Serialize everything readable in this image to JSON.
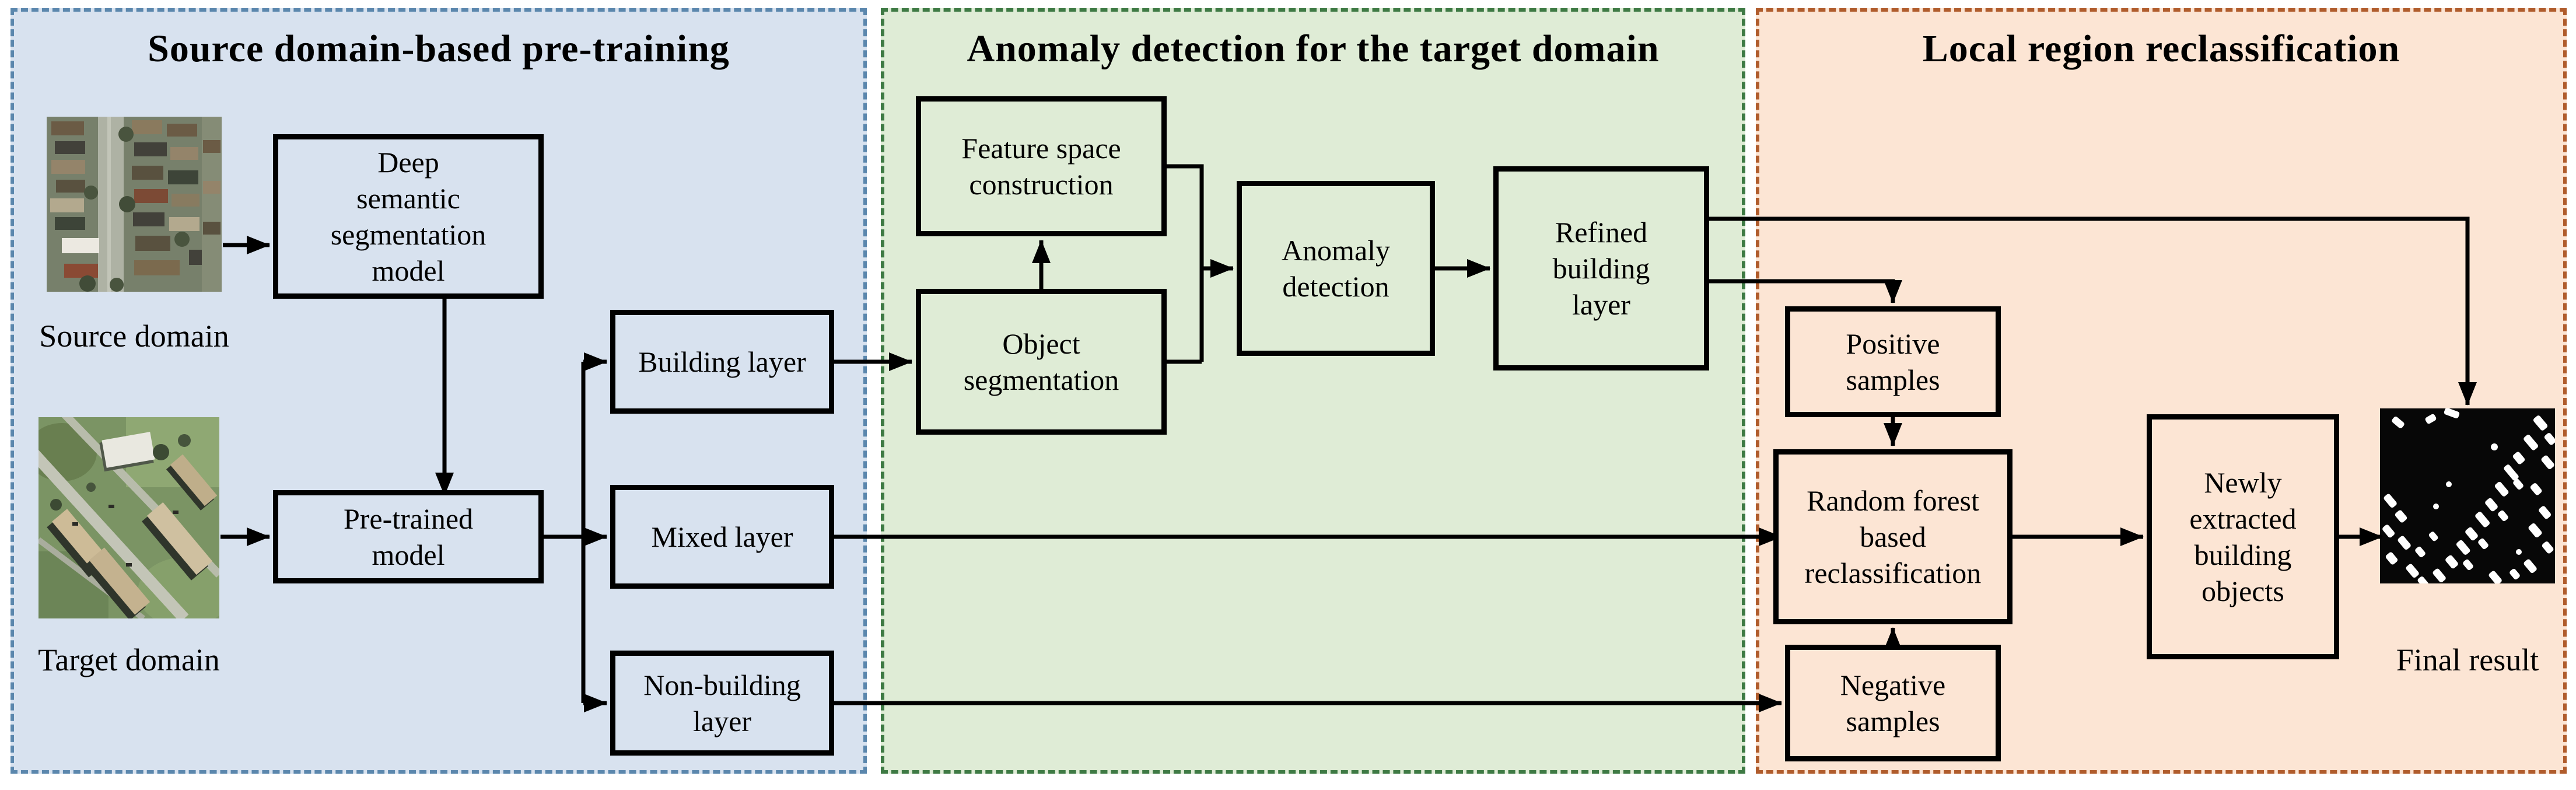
{
  "panels": [
    {
      "id": "pretraining",
      "title": "Source domain-based pre-training",
      "bg": "#d8e2ef",
      "border": "#5b87ad"
    },
    {
      "id": "anomaly",
      "title": "Anomaly detection for the target domain",
      "bg": "#dfecd6",
      "border": "#3e7a44"
    },
    {
      "id": "reclassification",
      "title": "Local region reclassification",
      "bg": "#fce5d4",
      "border": "#b05c2c"
    }
  ],
  "boxes": {
    "deep_model": "Deep\nsemantic\nsegmentation\nmodel",
    "pretrained": "Pre-trained\nmodel",
    "building_layer": "Building layer",
    "mixed_layer": "Mixed layer",
    "nonbuilding_layer": "Non-building\nlayer",
    "feature_space": "Feature space\nconstruction",
    "object_segmentation": "Object\nsegmentation",
    "anomaly_detection": "Anomaly\ndetection",
    "refined_layer": "Refined\nbuilding\nlayer",
    "positive_samples": "Positive\nsamples",
    "negative_samples": "Negative\nsamples",
    "random_forest": "Random forest\nbased\nreclassification",
    "newly_extracted": "Newly\nextracted\nbuilding\nobjects"
  },
  "captions": {
    "source_domain": "Source domain",
    "target_domain": "Target domain",
    "final_result": "Final result"
  },
  "colors": {
    "arrow": "#000000",
    "box_border": "#000000",
    "blue_panel_bg": "#d8e2ef",
    "blue_panel_border": "#5b87ad",
    "green_panel_bg": "#dfecd6",
    "green_panel_border": "#3e7a44",
    "peach_panel_bg": "#fce5d4",
    "peach_panel_border": "#b05c2c"
  }
}
